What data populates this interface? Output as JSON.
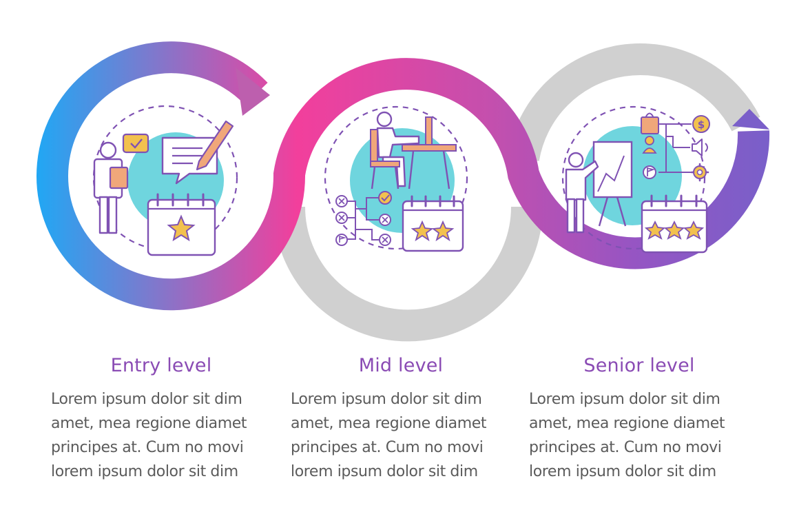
{
  "colors": {
    "purple_line": "#7f52b3",
    "gold": "#f2c14e",
    "teal": "#6fd5de",
    "orange": "#f0a77a",
    "grey_ring": "#d0d0d0",
    "gradient_blue": "#1fa8f5",
    "gradient_pink": "#f23f9c",
    "gradient_violet": "#7a5fc9"
  },
  "steps": [
    {
      "title": "Entry level",
      "body": "Lorem ipsum dolor sit dim\namet, mea regione diamet\nprincipes at. Cum no movi\nlorem ipsum dolor sit dim",
      "icon": "employee-feedback-icon",
      "stars": 1
    },
    {
      "title": "Mid level",
      "body": "Lorem ipsum dolor sit dim\namet, mea regione diamet\nprincipes at. Cum no movi\nlorem ipsum dolor sit dim",
      "icon": "worker-at-desk-icon",
      "stars": 2
    },
    {
      "title": "Senior level",
      "body": "Lorem ipsum dolor sit dim\namet, mea regione diamet\nprincipes at. Cum no movi\nlorem ipsum dolor sit dim",
      "icon": "manager-presentation-icon",
      "stars": 3
    }
  ]
}
